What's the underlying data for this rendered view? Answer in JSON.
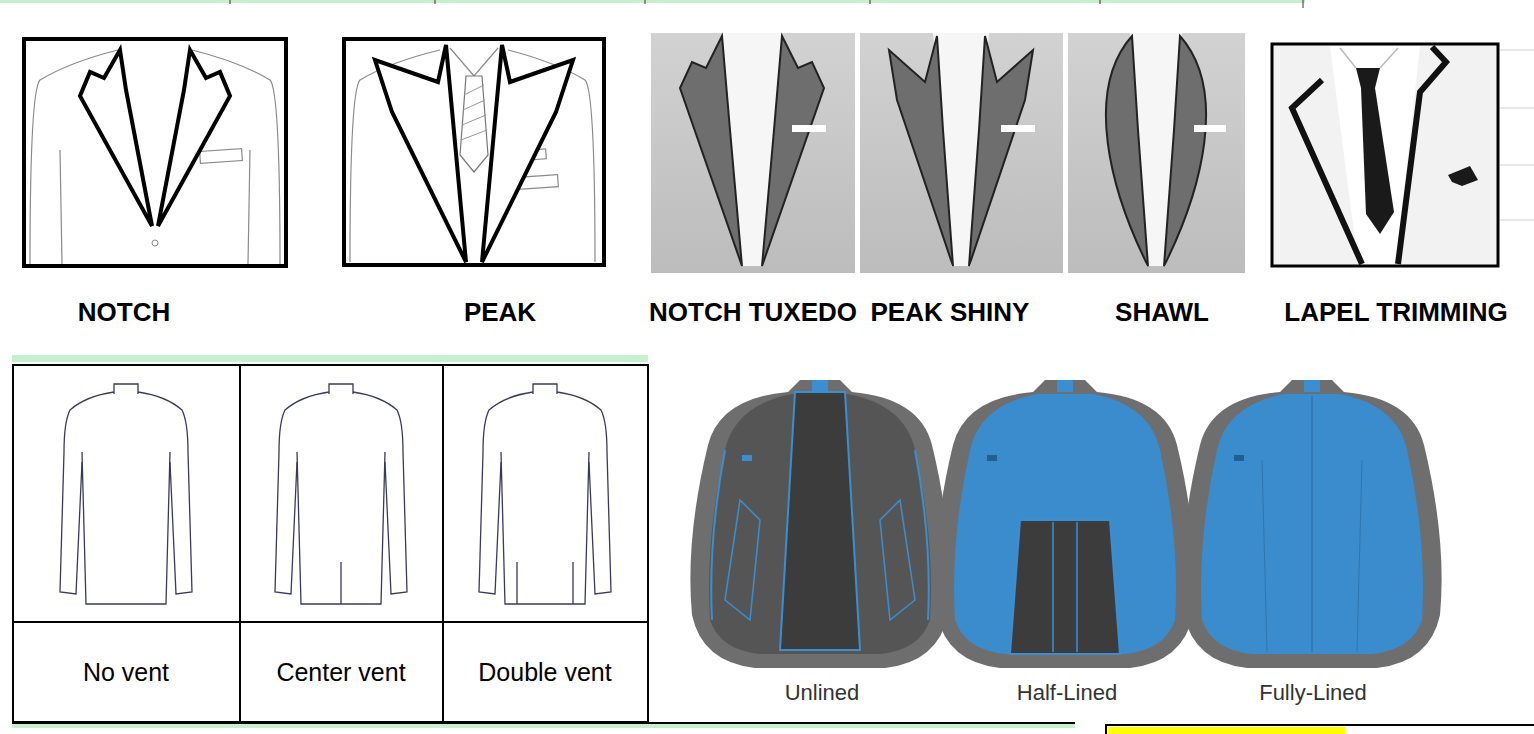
{
  "diagram": {
    "labels": [
      "NOTCH",
      "PEAK",
      "NOTCH TUXEDO",
      "PEAK SHINY",
      "SHAWL",
      "LAPEL TRIMMING",
      "No vent",
      "Center vent",
      "Double vent",
      "Unlined",
      "Half-Lined",
      "Fully-Lined"
    ]
  }
}
